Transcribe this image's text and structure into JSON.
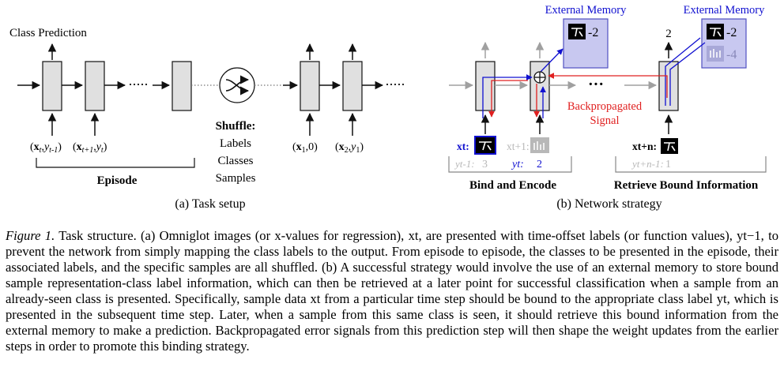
{
  "panel_a": {
    "class_prediction": "Class Prediction",
    "dots": "·····",
    "label_x1": "(xt,yt-1)",
    "label_x2": "(xt+1,yt)",
    "label_x3": "(x1,0)",
    "label_x4": "(x2,y1)",
    "shuffle_title": "Shuffle:",
    "shuffle_items": [
      "Labels",
      "Classes",
      "Samples"
    ],
    "episode": "Episode",
    "caption": "(a) Task setup"
  },
  "panel_b": {
    "external_memory_1": "External Memory",
    "external_memory_2": "External Memory",
    "mem_value_1": "-2",
    "mem_value_2": "-2",
    "mem_value_3": "-4",
    "output_2": "2",
    "backprop_line1": "Backpropagated",
    "backprop_line2": "Signal",
    "dots": "···",
    "xt_label": "xt:",
    "xt1_label": "xt+1:",
    "xtn_label": "xt+n:",
    "yt1_label": "yt-1:",
    "yt1_value": "3",
    "yt_label": "yt:",
    "yt_value": "2",
    "ytn1_label": "yt+n-1:",
    "ytn1_value": "1",
    "bind_encode": "Bind and Encode",
    "retrieve": "Retrieve Bound Information",
    "caption": "(b) Network strategy"
  },
  "caption": {
    "label": "Figure 1.",
    "text": "Task structure. (a) Omniglot images (or x-values for regression), xt, are presented with time-offset labels (or function values), yt−1, to prevent the network from simply mapping the class labels to the output. From episode to episode, the classes to be presented in the episode, their associated labels, and the specific samples are all shuffled. (b) A successful strategy would involve the use of an external memory to store bound sample representation-class label information, which can then be retrieved at a later point for successful classification when a sample from an already-seen class is presented. Specifically, sample data xt from a particular time step should be bound to the appropriate class label yt, which is presented in the subsequent time step. Later, when a sample from this same class is seen, it should retrieve this bound information from the external memory to make a prediction. Backpropagated error signals from this prediction step will then shape the weight updates from the earlier steps in order to promote this binding strategy."
  },
  "colors": {
    "box_fill": "#e0e0e0",
    "memory_fill": "#c8c8f0",
    "memory_stroke": "#5050c0",
    "red": "#e02020",
    "blue": "#1010d0",
    "gray_arrow": "#a0a0a0",
    "faded": "#b8b8b8"
  }
}
